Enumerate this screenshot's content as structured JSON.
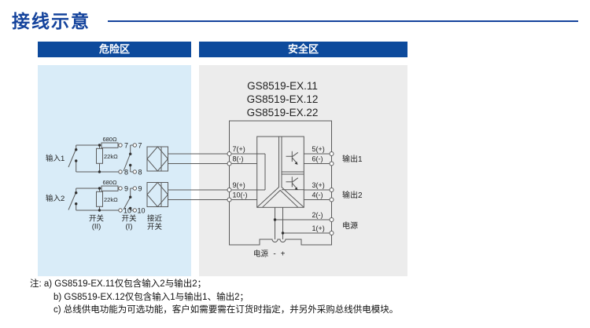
{
  "title": "接线示意",
  "zones": {
    "hazard": "危险区",
    "safe": "安全区"
  },
  "hazard": {
    "inputs": [
      {
        "label": "输入1",
        "series_resistor": "680Ω",
        "shunt_resistor": "22kΩ",
        "terminal_top": "7",
        "terminal_bottom": "8"
      },
      {
        "label": "输入2",
        "series_resistor": "680Ω",
        "shunt_resistor": "22kΩ",
        "terminal_top": "9",
        "terminal_bottom": "10"
      }
    ],
    "column_labels": [
      {
        "l1": "开关",
        "l2": "(II)"
      },
      {
        "l1": "开关",
        "l2": "(I)"
      },
      {
        "l1": "接近",
        "l2": "开关"
      }
    ]
  },
  "device": {
    "models": [
      "GS8519-EX.11",
      "GS8519-EX.12",
      "GS8519-EX.22"
    ],
    "left_terminals": [
      "7(+)",
      "8(-)",
      "9(+)",
      "10(-)"
    ],
    "right_terminals": [
      "5(+)",
      "6(-)",
      "3(+)",
      "4(-)",
      "2(-)",
      "1(+)"
    ],
    "group_labels": [
      "输出1",
      "输出2",
      "电源"
    ],
    "bottom_power": {
      "label": "电源",
      "minus": "-",
      "plus": "+"
    }
  },
  "notes": {
    "line1": "注: a) GS8519-EX.11仅包含输入2与输出2；",
    "line2": "b) GS8519-EX.12仅包含输入1与输出1、输出2；",
    "line3": "c) 总线供电功能为可选功能，客户如需要需在订货时指定，并另外采购总线供电模块。"
  },
  "colors": {
    "accent_blue": "#0d4a9c",
    "hazard_bg": "#d9ecf8",
    "safe_bg": "#ececec",
    "line": "#5a5a5a",
    "text": "#222222"
  }
}
